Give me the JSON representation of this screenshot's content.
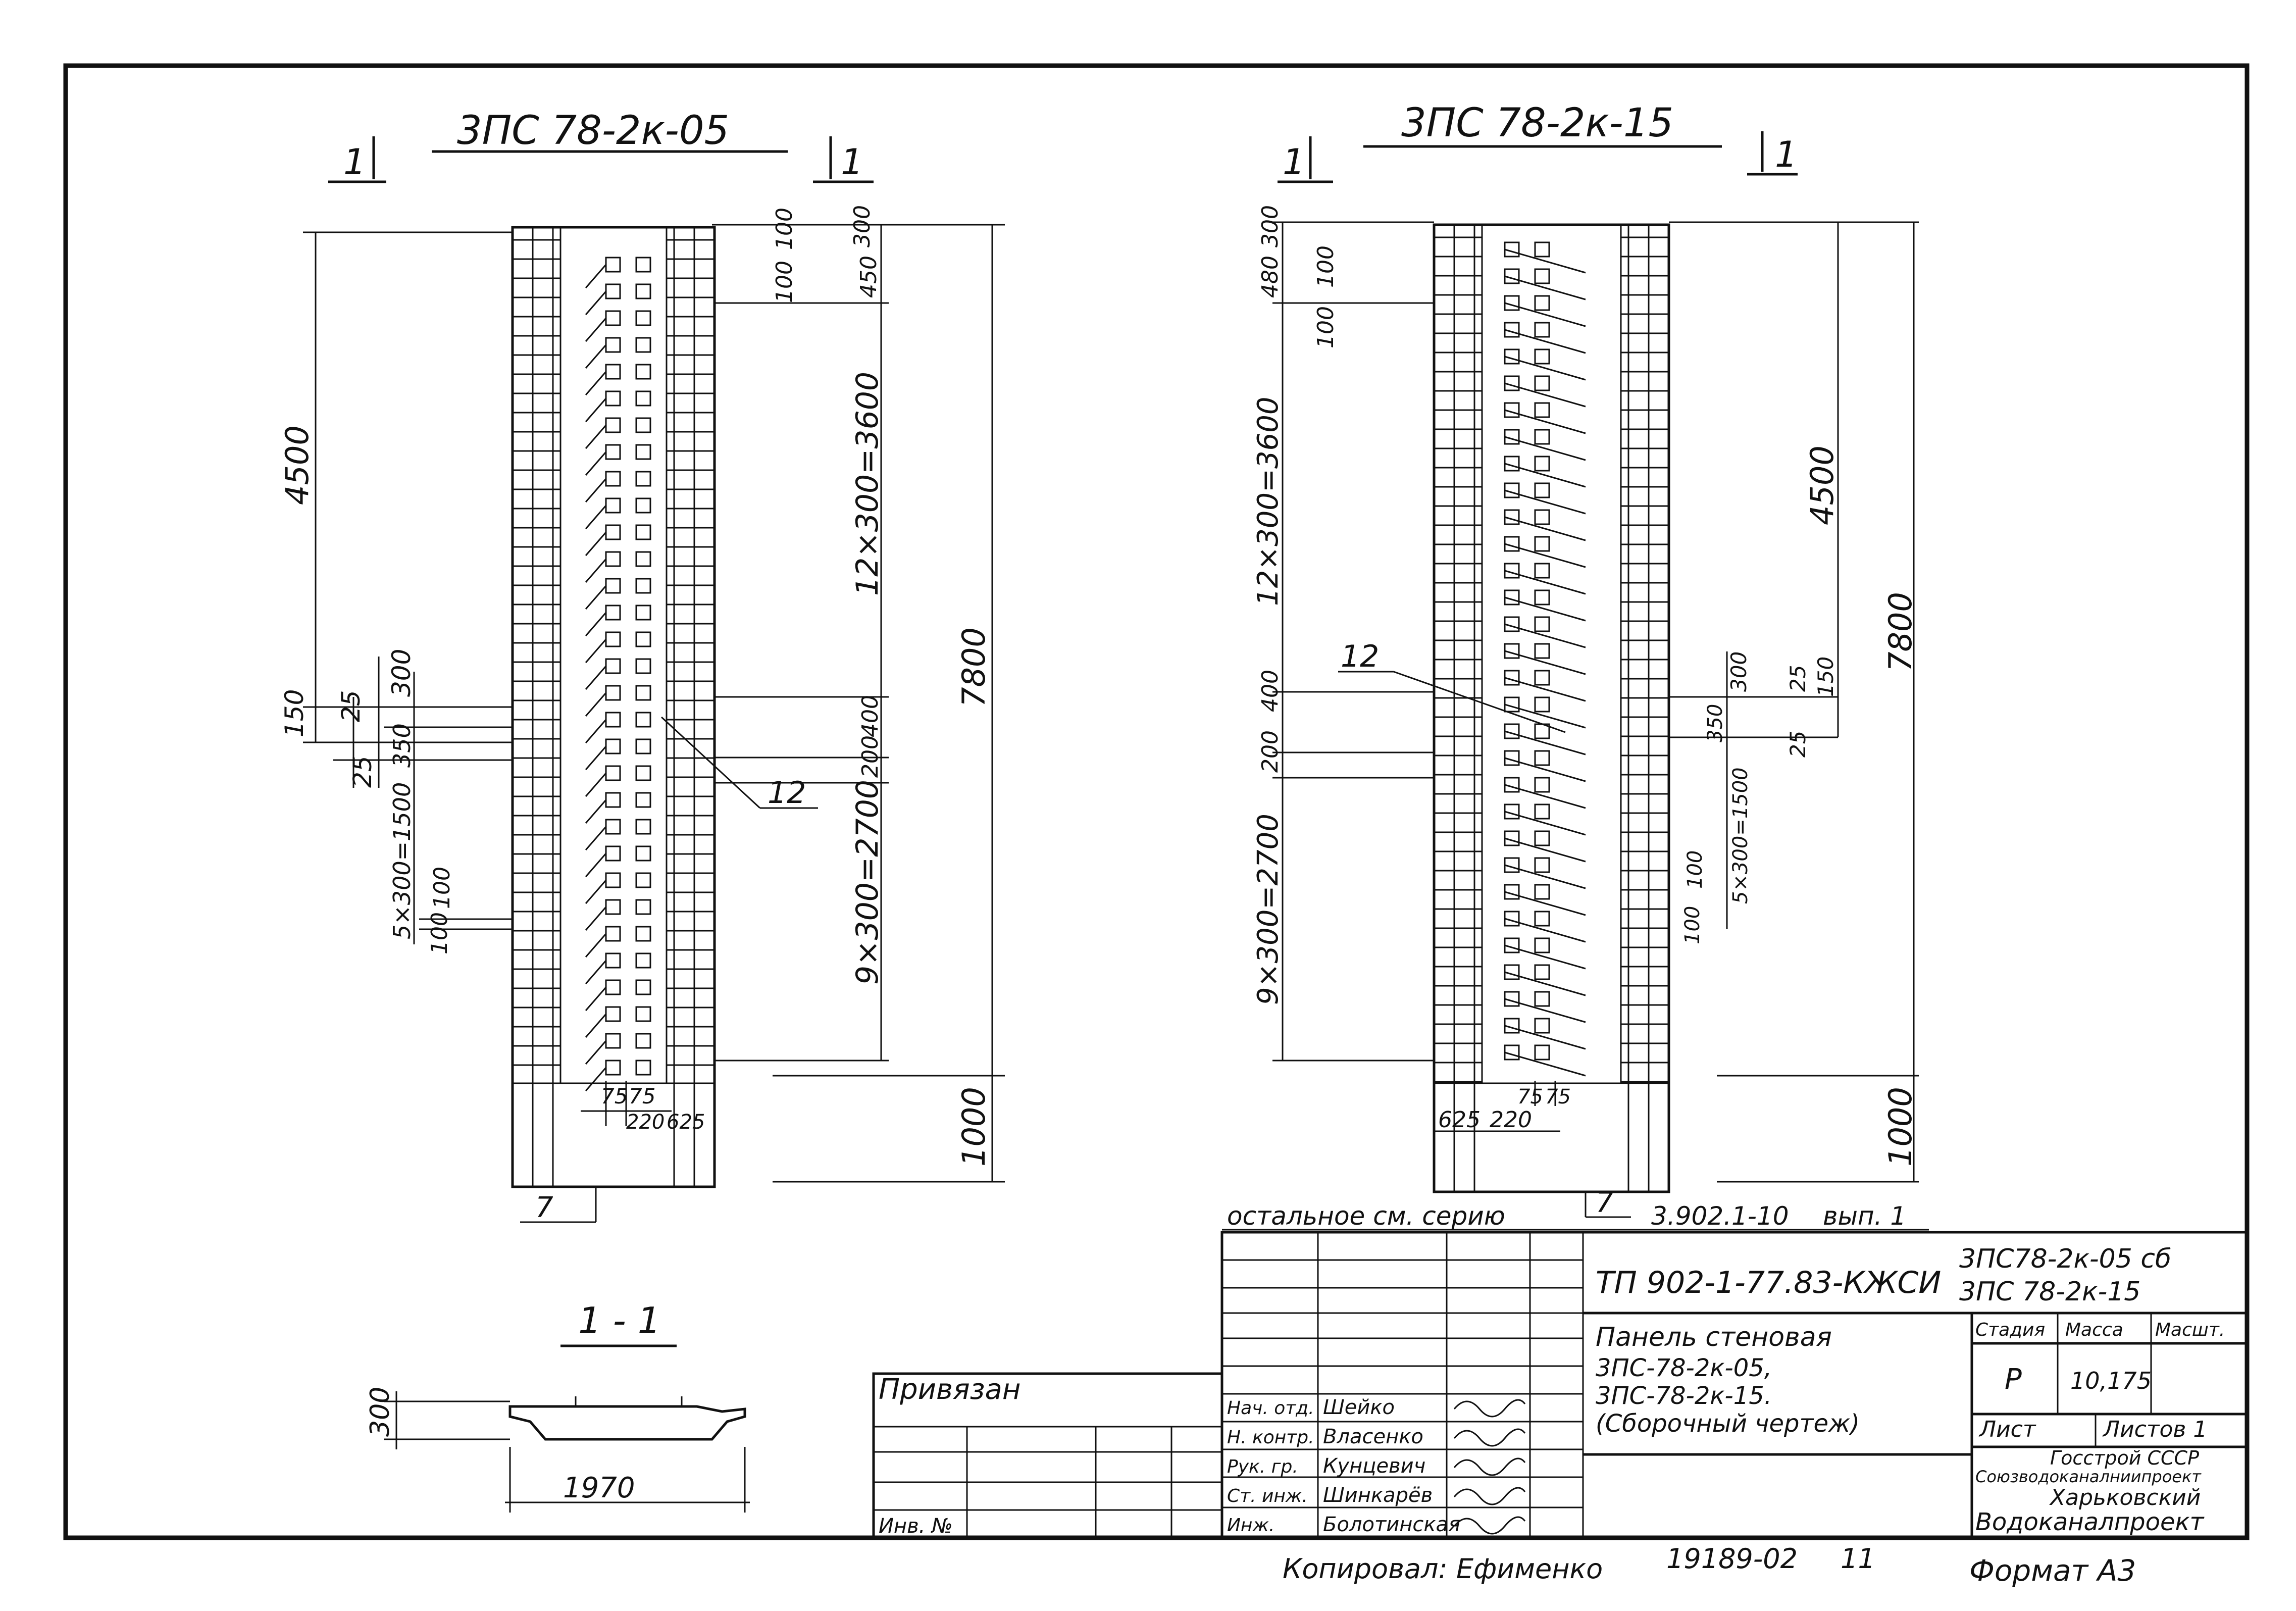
{
  "left_panel": {
    "title": "3ПС 78-2к-05",
    "section_mark_left": "1",
    "section_mark_right": "1",
    "dims_left": {
      "overall_top": "4500",
      "d150": "150",
      "d25a": "25",
      "d300": "300",
      "d25b": "25",
      "d350": "350",
      "d_5x300": "5×300=1500",
      "d100a": "100",
      "d100b": "100"
    },
    "dims_right": {
      "d100": "100",
      "d100b": "100",
      "d300": "300",
      "d450": "450",
      "d_12x300": "12×300=3600",
      "d400": "400",
      "d200": "200",
      "d_9x300": "9×300=2700",
      "d7800": "7800",
      "d1000": "1000"
    },
    "dims_bottom": {
      "d75a": "75",
      "d75b": "75",
      "d220": "220",
      "d625": "625"
    },
    "callout_12": "12",
    "callout_7": "7"
  },
  "right_panel": {
    "title": "3ПС 78-2к-15",
    "section_mark_left": "1",
    "section_mark_right": "1",
    "dims_left": {
      "d480": "480",
      "d300": "300",
      "d100a": "100",
      "d100b": "100",
      "d_12x300": "12×300=3600",
      "d400": "400",
      "d200": "200",
      "d_9x300": "9×300=2700"
    },
    "dims_right": {
      "d4500": "4500",
      "d7800": "7800",
      "d300": "300",
      "d25a": "25",
      "d150": "150",
      "d350": "350",
      "d25b": "25",
      "d_5x300": "5×300=1500",
      "d100a": "100",
      "d100b": "100",
      "d1000": "1000"
    },
    "dims_bottom": {
      "d625": "625",
      "d220": "220",
      "d75a": "75",
      "d75b": "75"
    },
    "callout_12": "12",
    "callout_7": "7"
  },
  "section_1_1": {
    "title": "1 - 1",
    "height_dim": "300",
    "width_dim": "1970"
  },
  "note": {
    "text": "остальное см. серию",
    "series": "3.902.1-10",
    "issue": "вып. 1"
  },
  "title_block": {
    "doc_code": "ТП 902-1-77.83-КЖСИ",
    "doc_marks": [
      "3ПС78-2к-05 сб",
      "3ПС 78-2к-15"
    ],
    "description": [
      "Панель стеновая",
      "3ПС-78-2к-05,",
      "3ПС-78-2к-15.",
      "(Сборочный чертеж)"
    ],
    "stage_header": "Стадия",
    "mass_header": "Масса",
    "scale_header": "Масшт.",
    "stage": "Р",
    "mass": "10,175",
    "sheet_label": "Лист",
    "sheets_label": "Листов 1",
    "organization": [
      "Госстрой СССР",
      "Союзводоканалниипроект",
      "Харьковский",
      "Водоканалпроект"
    ],
    "signatures": [
      {
        "role": "Нач. отд.",
        "name": "Шейко"
      },
      {
        "role": "Н. контр.",
        "name": "Власенко"
      },
      {
        "role": "Рук. гр.",
        "name": "Кунцевич"
      },
      {
        "role": "Ст. инж.",
        "name": "Шинкарёв"
      },
      {
        "role": "Инж.",
        "name": "Болотинская"
      }
    ],
    "privyazan": "Привязан",
    "inv_no": "Инв. №"
  },
  "footer": {
    "copied_by": "Копировал: Ефименко",
    "order_no": "19189-02",
    "sheet_no": "11",
    "format": "Формат А3"
  }
}
